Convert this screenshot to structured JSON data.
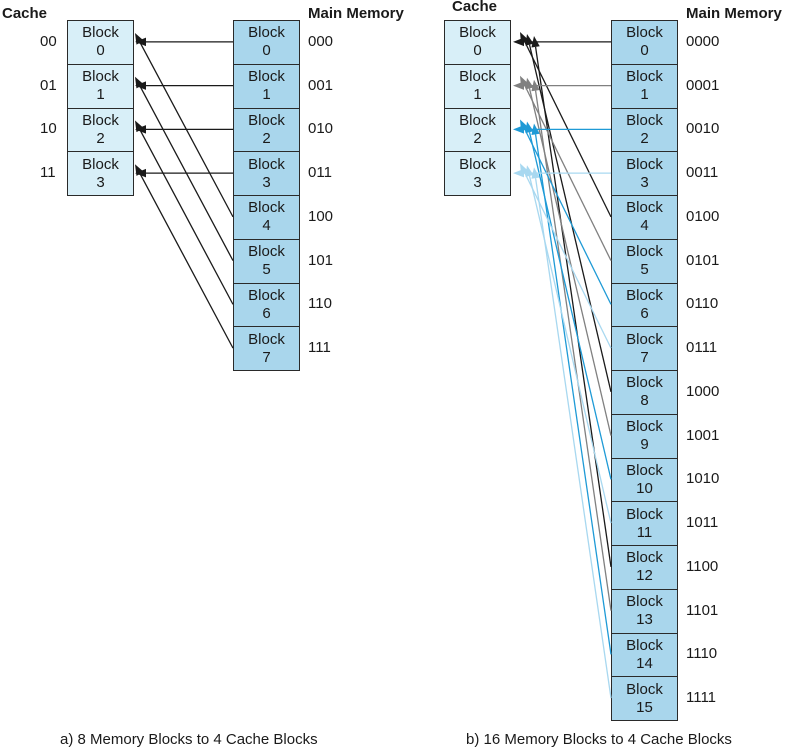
{
  "panel_a": {
    "cache_heading": "Cache",
    "memory_heading": "Main Memory",
    "block_word": "Block",
    "cache_blocks": [
      {
        "label": "Block",
        "number": "0",
        "address": "00"
      },
      {
        "label": "Block",
        "number": "1",
        "address": "01"
      },
      {
        "label": "Block",
        "number": "2",
        "address": "10"
      },
      {
        "label": "Block",
        "number": "3",
        "address": "11"
      }
    ],
    "memory_blocks": [
      {
        "label": "Block",
        "number": "0",
        "address": "000",
        "maps_to": 0
      },
      {
        "label": "Block",
        "number": "1",
        "address": "001",
        "maps_to": 1
      },
      {
        "label": "Block",
        "number": "2",
        "address": "010",
        "maps_to": 2
      },
      {
        "label": "Block",
        "number": "3",
        "address": "011",
        "maps_to": 3
      },
      {
        "label": "Block",
        "number": "4",
        "address": "100",
        "maps_to": 0
      },
      {
        "label": "Block",
        "number": "5",
        "address": "101",
        "maps_to": 1
      },
      {
        "label": "Block",
        "number": "6",
        "address": "110",
        "maps_to": 2
      },
      {
        "label": "Block",
        "number": "7",
        "address": "111",
        "maps_to": 3
      }
    ],
    "caption": "a) 8 Memory Blocks to 4 Cache Blocks"
  },
  "panel_b": {
    "cache_heading": "Cache",
    "memory_heading": "Main Memory",
    "cache_blocks": [
      {
        "label": "Block",
        "number": "0"
      },
      {
        "label": "Block",
        "number": "1"
      },
      {
        "label": "Block",
        "number": "2"
      },
      {
        "label": "Block",
        "number": "3"
      }
    ],
    "memory_blocks": [
      {
        "label": "Block",
        "number": "0",
        "address": "0000",
        "maps_to": 0
      },
      {
        "label": "Block",
        "number": "1",
        "address": "0001",
        "maps_to": 1
      },
      {
        "label": "Block",
        "number": "2",
        "address": "0010",
        "maps_to": 2
      },
      {
        "label": "Block",
        "number": "3",
        "address": "0011",
        "maps_to": 3
      },
      {
        "label": "Block",
        "number": "4",
        "address": "0100",
        "maps_to": 0
      },
      {
        "label": "Block",
        "number": "5",
        "address": "0101",
        "maps_to": 1
      },
      {
        "label": "Block",
        "number": "6",
        "address": "0110",
        "maps_to": 2
      },
      {
        "label": "Block",
        "number": "7",
        "address": "0111",
        "maps_to": 3
      },
      {
        "label": "Block",
        "number": "8",
        "address": "1000",
        "maps_to": 0
      },
      {
        "label": "Block",
        "number": "9",
        "address": "1001",
        "maps_to": 1
      },
      {
        "label": "Block",
        "number": "10",
        "address": "1010",
        "maps_to": 2
      },
      {
        "label": "Block",
        "number": "11",
        "address": "1011",
        "maps_to": 3
      },
      {
        "label": "Block",
        "number": "12",
        "address": "1100",
        "maps_to": 0
      },
      {
        "label": "Block",
        "number": "13",
        "address": "1101",
        "maps_to": 1
      },
      {
        "label": "Block",
        "number": "14",
        "address": "1110",
        "maps_to": 2
      },
      {
        "label": "Block",
        "number": "15",
        "address": "1111",
        "maps_to": 3
      }
    ],
    "caption": "b) 16 Memory Blocks to 4 Cache Blocks"
  },
  "colors": {
    "cache_fill": "#d8eff8",
    "memory_fill": "#a9d6ec",
    "outline": "#2a2a2a",
    "arrow_a": "#1a1a1a",
    "arrows_b_by_cache_block": [
      "#1a1a1a",
      "#808080",
      "#1e9ad6",
      "#a8d8f0"
    ]
  }
}
